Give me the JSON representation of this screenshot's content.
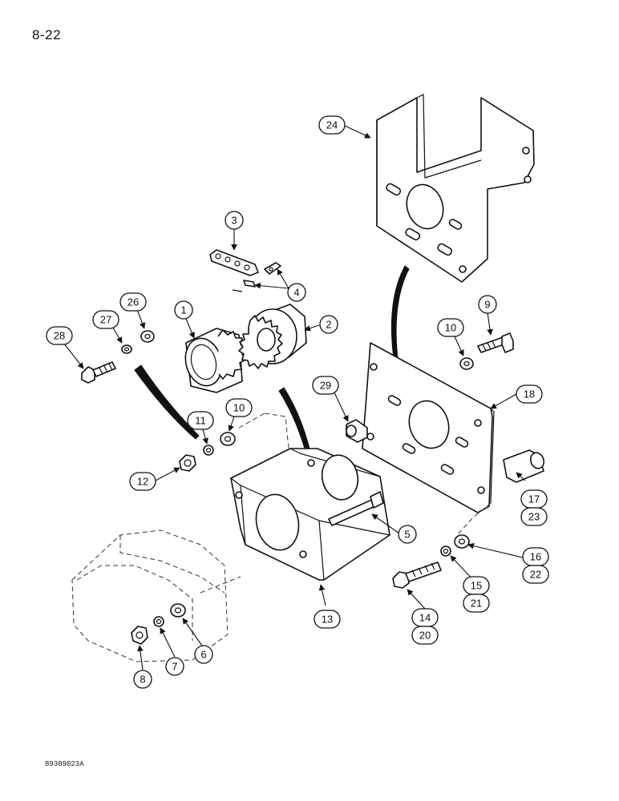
{
  "page": {
    "page_number": "8-22",
    "figure_code": "89309023A"
  },
  "callouts": {
    "c1": "1",
    "c2": "2",
    "c3": "3",
    "c4": "4",
    "c5": "5",
    "c6": "6",
    "c7": "7",
    "c8": "8",
    "c9": "9",
    "c10a": "10",
    "c10b": "10",
    "c11": "11",
    "c12": "12",
    "c13": "13",
    "c14": "14",
    "c20": "20",
    "c15": "15",
    "c21": "21",
    "c16": "16",
    "c22": "22",
    "c17": "17",
    "c23": "23",
    "c18": "18",
    "c24": "24",
    "c26": "26",
    "c27": "27",
    "c28": "28",
    "c29": "29"
  }
}
